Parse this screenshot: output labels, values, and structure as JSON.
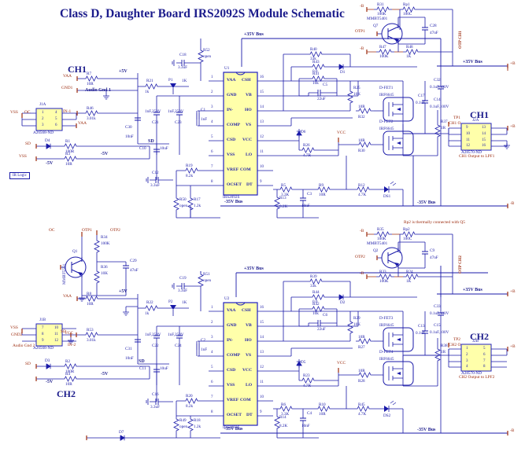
{
  "title": "Class D, Daughter Board IRS2092S Module Schematic",
  "ic": {
    "u1": {
      "ref": "U1",
      "part": "IRS2092S",
      "left_pins": [
        {
          "n": "1",
          "label": "VAA"
        },
        {
          "n": "2",
          "label": "GND"
        },
        {
          "n": "3",
          "label": "IN-"
        },
        {
          "n": "4",
          "label": "COMP"
        },
        {
          "n": "5",
          "label": "CSD"
        },
        {
          "n": "6",
          "label": "VSS"
        },
        {
          "n": "7",
          "label": "VREF"
        },
        {
          "n": "8",
          "label": "OCSET"
        }
      ],
      "right_pins": [
        {
          "n": "16",
          "label": "CSH"
        },
        {
          "n": "15",
          "label": "VB"
        },
        {
          "n": "14",
          "label": "HO"
        },
        {
          "n": "13",
          "label": "VS"
        },
        {
          "n": "12",
          "label": "VCC"
        },
        {
          "n": "11",
          "label": "LO"
        },
        {
          "n": "10",
          "label": "COM"
        },
        {
          "n": "9",
          "label": "DT"
        }
      ]
    },
    "u2": {
      "ref": "U2",
      "part": "IRS2092S",
      "left_pins": [
        {
          "n": "1",
          "label": "VAA"
        },
        {
          "n": "2",
          "label": "GND"
        },
        {
          "n": "3",
          "label": "IN-"
        },
        {
          "n": "4",
          "label": "COMP"
        },
        {
          "n": "5",
          "label": "CSD"
        },
        {
          "n": "6",
          "label": "VSS"
        },
        {
          "n": "7",
          "label": "VREF"
        },
        {
          "n": "8",
          "label": "OCSET"
        }
      ],
      "right_pins": [
        {
          "n": "16",
          "label": "CSH"
        },
        {
          "n": "15",
          "label": "VB"
        },
        {
          "n": "14",
          "label": "HO"
        },
        {
          "n": "13",
          "label": "VS"
        },
        {
          "n": "12",
          "label": "VCC"
        },
        {
          "n": "11",
          "label": "LO"
        },
        {
          "n": "10",
          "label": "COM"
        },
        {
          "n": "9",
          "label": "DT"
        }
      ]
    }
  },
  "connectors": {
    "j1a": {
      "ref": "J1A",
      "part": "A26568-ND",
      "left_pins": [
        "1",
        "2",
        "3"
      ],
      "right_pins": [
        "4",
        "5",
        "6"
      ]
    },
    "j1b": {
      "ref": "J1B",
      "part": "A26568-ND",
      "left_pins": [
        "7",
        "8",
        "9"
      ],
      "right_pins": [
        "10",
        "11",
        "12"
      ]
    },
    "j2a": {
      "ref": "J2A",
      "part": "A28570-ND",
      "left_pins": [
        "9",
        "10",
        "11",
        "12"
      ],
      "right_pins": [
        "13",
        "14",
        "15",
        "16"
      ]
    },
    "j2b": {
      "ref": "J2B",
      "part": "A28570-ND",
      "left_pins": [
        "1",
        "2",
        "3",
        "4"
      ],
      "right_pins": [
        "5",
        "6",
        "7",
        "8"
      ]
    }
  },
  "labels": {
    "ch1_big": "CH1",
    "ch2_big": "CH2",
    "ch1_left": "CH1",
    "ch2_left": "CH2",
    "ir_logic": "IR  Logic",
    "audio_gnd1": "Audio Gnd 1",
    "audio_gnd2": "Audio Gnd 2",
    "ch1_output": "CH1 Output to LPF1",
    "ch2_output": "CH2 Output to LPF2",
    "thermal_note": "Rp2 is thermally connected with Q5",
    "otp_ch1": "OTP CH1",
    "otp_ch2": "OTP CH2"
  },
  "nets": {
    "bus_p35_a": "+35V Bus",
    "bus_p35_b": "+35V Bus",
    "bus_p35_c": "+35V Bus",
    "bus_p35_d": "+35V Bus",
    "bus_m35_a": "-35V Bus",
    "bus_m35_b": "-35V Bus",
    "bus_m35_c": "-35V Bus",
    "bus_m35_d": "-35V Bus",
    "p5v_1": "+5V",
    "p5v_2": "+5V",
    "m5v_1": "-5V",
    "m5v_2": "-5V",
    "m5v_3": "-5V",
    "m5v_4": "-5V",
    "vcc_1": "VCC",
    "vcc_2": "VCC",
    "sd_1": "SD",
    "sd_2": "SD",
    "sd_3": "SD",
    "sd_4": "SD"
  },
  "ports": {
    "vaa_1": "VAA",
    "vaa_2": "VAA",
    "vaa_3": "VAA",
    "gnd1": "GND1",
    "gnd2": "GND2",
    "vss_1": "VSS",
    "vss_2": "VSS",
    "vss_3": "VSS",
    "vss_4": "VSS",
    "oc_1": "OC",
    "oc_2": "OC",
    "in1": "IN-1",
    "in2": "IN-2",
    "sd_a": "SD",
    "sd_b": "SD",
    "sd_c": "SD",
    "sd_d": "SD",
    "otp1_a": "OTP1",
    "otp1_b": "OTP1",
    "otp2_a": "OTP2",
    "otp2_b": "OTP2",
    "vcc_p1": "VCC",
    "vcc_p2": "VCC",
    "tp1": "TP1",
    "tp2": "TP2",
    "ch1_o": "CH1 O",
    "ch2_o": "CH2 O",
    "plus_b_1": "+B",
    "plus_b_2": "+B",
    "plus_b_3": "+B",
    "plus_b_4": "+B",
    "minus_b_1": "-B",
    "minus_b_2": "-B",
    "minus_b_3": "-B",
    "minus_b_4": "-B",
    "minus_b_5": "-B",
    "minus_b_6": "-B",
    "minus_b_7": "-B",
    "minus_b_8": "-B"
  },
  "components_ch1": [
    {
      "ref": "R7",
      "val": "10R"
    },
    {
      "ref": "R21",
      "val": "1k"
    },
    {
      "ref": "P1",
      "val": "1K"
    },
    {
      "ref": "R46",
      "val": "3.01k"
    },
    {
      "ref": "R1",
      "val": "100R"
    },
    {
      "ref": "R3",
      "val": "10R"
    },
    {
      "ref": "R52",
      "val": "open"
    },
    {
      "ref": "R40",
      "val": "33k"
    },
    {
      "ref": "R43",
      "val": "0.0"
    },
    {
      "ref": "R41",
      "val": "10k"
    },
    {
      "ref": "R25",
      "val": "10K"
    },
    {
      "ref": "R32",
      "val": "10R"
    },
    {
      "ref": "R26",
      "val": "4.7R"
    },
    {
      "ref": "R30",
      "val": "10R"
    },
    {
      "ref": "R37",
      "val": "1R"
    },
    {
      "ref": "R5",
      "val": "3.3K"
    },
    {
      "ref": "R13",
      "val": "8.2K"
    },
    {
      "ref": "R9",
      "val": "10R"
    },
    {
      "ref": "R12",
      "val": "4.7K"
    },
    {
      "ref": "R19",
      "val": "8.2k"
    },
    {
      "ref": "R50",
      "val": "open"
    },
    {
      "ref": "R17",
      "val": "1.2k"
    },
    {
      "ref": "R31",
      "val": "100K"
    },
    {
      "ref": "Rp1",
      "val": "100C"
    },
    {
      "ref": "R47",
      "val": "100K"
    },
    {
      "ref": "R48",
      "val": "1K"
    },
    {
      "ref": "C18",
      "val": "3.3uF"
    },
    {
      "ref": "C21",
      "val": "1nF,250V"
    },
    {
      "ref": "C23",
      "val": "1nF,250V"
    },
    {
      "ref": "C1",
      "val": "1nF"
    },
    {
      "ref": "C30",
      "val": "10nF"
    },
    {
      "ref": "C10",
      "val": "10uF"
    },
    {
      "ref": "C12",
      "val": "3.3uF"
    },
    {
      "ref": "C5",
      "val": "22uF"
    },
    {
      "ref": "C17",
      "val": "0.1uF"
    },
    {
      "ref": "C3",
      "val": "10nF"
    },
    {
      "ref": "C28",
      "val": "47nF"
    },
    {
      "ref": "C32",
      "val": "0.1uF,100V"
    },
    {
      "ref": "C14",
      "val": "0.1uF,100V"
    },
    {
      "ref": "Q7",
      "val": "MMBT5401"
    },
    {
      "ref": "D4",
      "val": ""
    },
    {
      "ref": "D1",
      "val": ""
    },
    {
      "ref": "D6",
      "val": ""
    },
    {
      "ref": "DS1",
      "val": ""
    },
    {
      "ref": "D-FET1",
      "val": "IRF6645"
    },
    {
      "ref": "D-FET2",
      "val": "IRF6645"
    }
  ],
  "components_ch2": [
    {
      "ref": "R8",
      "val": "10R"
    },
    {
      "ref": "R22",
      "val": "1k"
    },
    {
      "ref": "P2",
      "val": "1K"
    },
    {
      "ref": "R53",
      "val": "3.01k"
    },
    {
      "ref": "R2",
      "val": "100R"
    },
    {
      "ref": "R4",
      "val": "10R"
    },
    {
      "ref": "R51",
      "val": "open"
    },
    {
      "ref": "R39",
      "val": "33k"
    },
    {
      "ref": "R44",
      "val": "0.0"
    },
    {
      "ref": "R42",
      "val": "10k"
    },
    {
      "ref": "R29",
      "val": "10K"
    },
    {
      "ref": "R27",
      "val": "10R"
    },
    {
      "ref": "R23",
      "val": "4.7R"
    },
    {
      "ref": "R28",
      "val": "10R"
    },
    {
      "ref": "R38",
      "val": "1R"
    },
    {
      "ref": "R6",
      "val": "3.3K"
    },
    {
      "ref": "R14",
      "val": "8.2K"
    },
    {
      "ref": "R10",
      "val": "10R"
    },
    {
      "ref": "R45",
      "val": "4.7K"
    },
    {
      "ref": "R20",
      "val": "8.2k"
    },
    {
      "ref": "R49",
      "val": "open"
    },
    {
      "ref": "R18",
      "val": "1.2k"
    },
    {
      "ref": "R35",
      "val": "100K"
    },
    {
      "ref": "Rp2",
      "val": "100C"
    },
    {
      "ref": "R33",
      "val": "100K"
    },
    {
      "ref": "R24",
      "val": "1K"
    },
    {
      "ref": "R34",
      "val": "100K"
    },
    {
      "ref": "R36",
      "val": "10K"
    },
    {
      "ref": "C19",
      "val": "3.3uF"
    },
    {
      "ref": "C22",
      "val": "1nF,250V"
    },
    {
      "ref": "C24",
      "val": "1nF,250V"
    },
    {
      "ref": "C2",
      "val": "1nF"
    },
    {
      "ref": "C31",
      "val": "10nF"
    },
    {
      "ref": "C11",
      "val": "10uF"
    },
    {
      "ref": "C16",
      "val": "3.3uF"
    },
    {
      "ref": "C6",
      "val": "22uF"
    },
    {
      "ref": "C13",
      "val": "0.1uF"
    },
    {
      "ref": "C4",
      "val": "10nF"
    },
    {
      "ref": "C9",
      "val": "47nF"
    },
    {
      "ref": "C29",
      "val": "47nF"
    },
    {
      "ref": "C33",
      "val": "0.1uF,100V"
    },
    {
      "ref": "C15",
      "val": "0.1uF,100V"
    },
    {
      "ref": "Q1",
      "val": "MMBT5551"
    },
    {
      "ref": "Q2",
      "val": "MMBT5401"
    },
    {
      "ref": "D3",
      "val": ""
    },
    {
      "ref": "D2",
      "val": ""
    },
    {
      "ref": "D5",
      "val": ""
    },
    {
      "ref": "D7",
      "val": ""
    },
    {
      "ref": "DS2",
      "val": ""
    },
    {
      "ref": "D-FET3",
      "val": "IRF6645"
    },
    {
      "ref": "D-FET4",
      "val": "IRF6645"
    }
  ],
  "colors": {
    "wire": "#1a1aa8",
    "text_blue": "#1a1aa8",
    "title_blue": "#1c1c8c",
    "port_red": "#9c2b0e",
    "ic_fill": "#ffffaa",
    "ic_border": "#2020c0"
  }
}
